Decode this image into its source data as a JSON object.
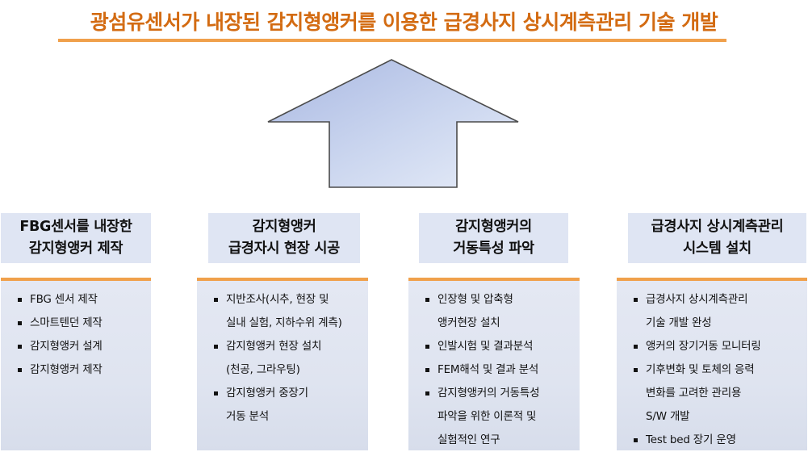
{
  "title": "광섬유센서가 내장된 감지형앵커를 이용한 급경사지 상시계측관리 기술 개발",
  "columns": [
    {
      "head": [
        "FBG센서를 내장한",
        "감지형앵커 제작"
      ],
      "items": [
        {
          "text": "FBG 센서 제작",
          "bullet": true
        },
        {
          "text": "스마트텐던 제작",
          "bullet": true
        },
        {
          "text": "감지형앵커 설계",
          "bullet": true
        },
        {
          "text": "감지형앵커 제작",
          "bullet": true
        }
      ]
    },
    {
      "head": [
        "감지형앵커",
        "급경자시 현장 시공"
      ],
      "items": [
        {
          "text": "지반조사(시추, 현장 및",
          "bullet": true
        },
        {
          "text": "실내 실험, 지하수위 계측)",
          "bullet": false
        },
        {
          "text": "감지형앵커 현장 설치",
          "bullet": true
        },
        {
          "text": "(천공, 그라우팅)",
          "bullet": false
        },
        {
          "text": "감지형앵커 중장기",
          "bullet": true
        },
        {
          "text": "거동 분석",
          "bullet": false
        }
      ]
    },
    {
      "head": [
        "감지형앵커의",
        "거동특성 파악"
      ],
      "items": [
        {
          "text": "인장형 및 압축형",
          "bullet": true
        },
        {
          "text": "앵커현장 설치",
          "bullet": false
        },
        {
          "text": "인발시험 및 결과분석",
          "bullet": true
        },
        {
          "text": "FEM해석 및 결과 분석",
          "bullet": true
        },
        {
          "text": "감지형앵커의 거동특성",
          "bullet": true
        },
        {
          "text": "파악을 위한 이론적 및",
          "bullet": false
        },
        {
          "text": "실험적인 연구",
          "bullet": false
        }
      ]
    },
    {
      "head": [
        "급경사지 상시계측관리",
        "시스템 설치"
      ],
      "items": [
        {
          "text": "급경사지 상시계측관리",
          "bullet": true
        },
        {
          "text": "기술 개발 완성",
          "bullet": false
        },
        {
          "text": "앵커의 장기거동 모니터링",
          "bullet": true
        },
        {
          "text": "기후변화 및 토체의 응력",
          "bullet": true
        },
        {
          "text": "변화를 고려한 관리용",
          "bullet": false
        },
        {
          "text": "S/W 개발",
          "bullet": false
        },
        {
          "text": "Test bed 장기 운영",
          "bullet": true
        }
      ]
    }
  ],
  "colors": {
    "title": "#d36b12",
    "rule": "#f0a04b",
    "box_fill": "#dfe5f3",
    "arrow_light": "#dde5f4",
    "arrow_dark": "#9fb2de"
  }
}
